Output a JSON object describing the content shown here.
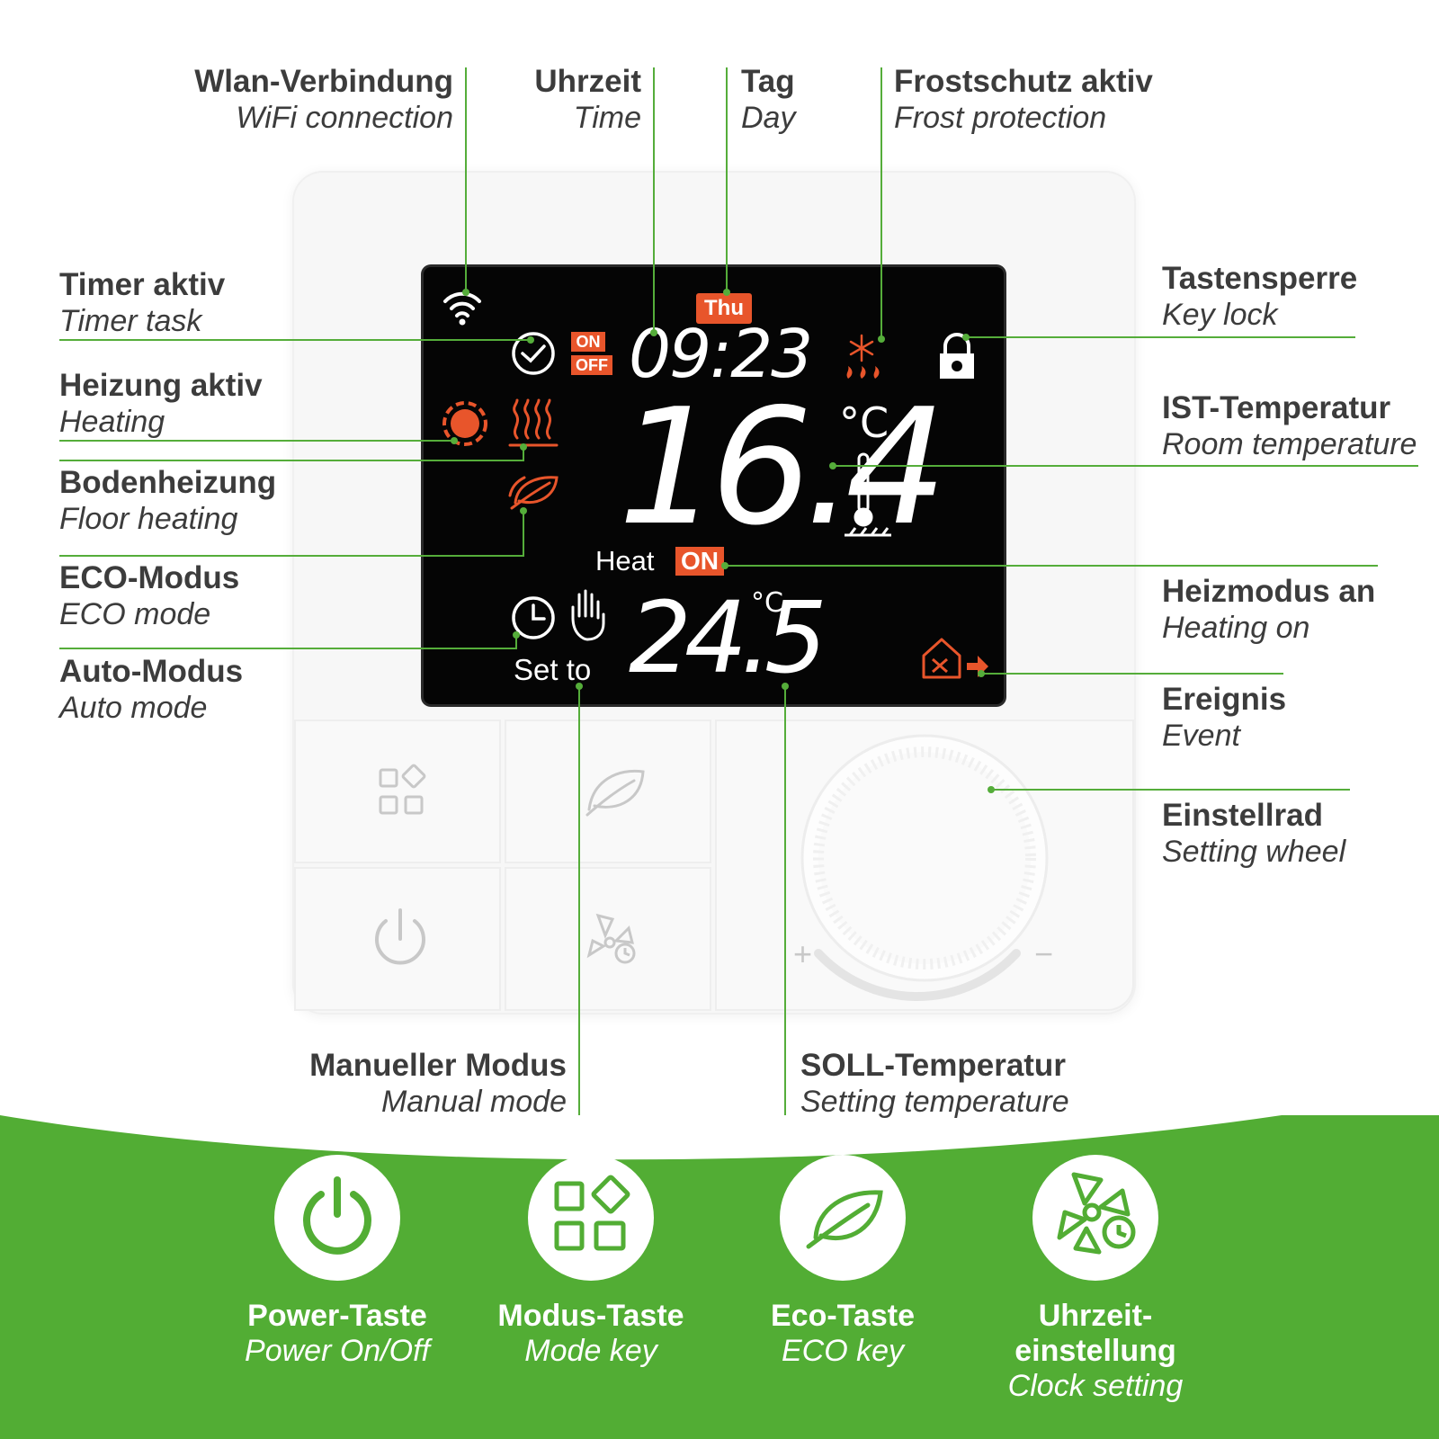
{
  "top_labels": {
    "wifi": {
      "de": "Wlan-Verbindung",
      "en": "WiFi connection"
    },
    "time": {
      "de": "Uhrzeit",
      "en": "Time"
    },
    "day": {
      "de": "Tag",
      "en": "Day"
    },
    "frost": {
      "de": "Frostschutz aktiv",
      "en": "Frost protection"
    }
  },
  "left_labels": {
    "timer": {
      "de": "Timer aktiv",
      "en": "Timer task"
    },
    "heating": {
      "de": "Heizung aktiv",
      "en": "Heating"
    },
    "floor": {
      "de": "Bodenheizung",
      "en": "Floor heating"
    },
    "eco": {
      "de": "ECO-Modus",
      "en": "ECO mode"
    },
    "auto": {
      "de": "Auto-Modus",
      "en": "Auto mode"
    }
  },
  "right_labels": {
    "keylock": {
      "de": "Tastensperre",
      "en": "Key lock"
    },
    "room_temp": {
      "de": "IST-Temperatur",
      "en": "Room temperature"
    },
    "heat_on": {
      "de": "Heizmodus an",
      "en": "Heating on"
    },
    "event": {
      "de": "Ereignis",
      "en": "Event"
    },
    "wheel": {
      "de": "Einstellrad",
      "en": "Setting wheel"
    }
  },
  "bottom_labels": {
    "manual": {
      "de": "Manueller Modus",
      "en": "Manual mode"
    },
    "set_temp": {
      "de": "SOLL-Temperatur",
      "en": "Setting temperature"
    }
  },
  "display": {
    "day": "Thu",
    "time": "09:23",
    "timer_on": "ON",
    "timer_off": "OFF",
    "room_temp": "16.4",
    "unit": "°C",
    "heat_label": "Heat",
    "heat_state": "ON",
    "set_label": "Set to",
    "set_temp": "24.5",
    "plus": "+",
    "minus": "−"
  },
  "footer_keys": [
    {
      "de": "Power-Taste",
      "en": "Power On/Off",
      "icon": "power-icon"
    },
    {
      "de": "Modus-Taste",
      "en": "Mode key",
      "icon": "mode-grid-icon"
    },
    {
      "de": "Eco-Taste",
      "en": "ECO key",
      "icon": "leaf-icon"
    },
    {
      "de": "Uhrzeit-",
      "de2": "einstellung",
      "en": "Clock setting",
      "icon": "fan-clock-icon"
    }
  ],
  "colors": {
    "brand_green": "#52ad34",
    "leader_green": "#55ad3a",
    "lcd_orange": "#e8552b",
    "lcd_bg": "#050505"
  }
}
